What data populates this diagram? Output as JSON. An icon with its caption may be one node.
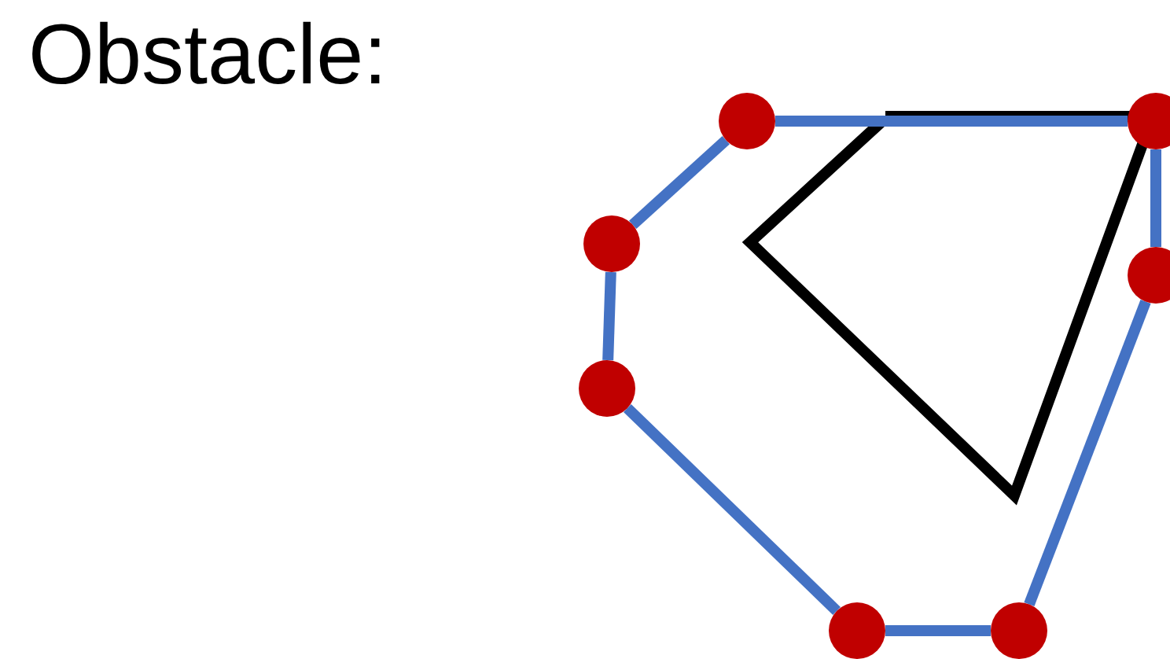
{
  "diagram": {
    "title": "Obstacle:",
    "nodes": [
      {
        "text": [],
        "shape": "circle"
      },
      {
        "text": [],
        "shape": "circle"
      },
      {
        "text": [],
        "shape": "circle"
      },
      {
        "text": [],
        "shape": "circle"
      },
      {
        "text": [],
        "shape": "circle"
      },
      {
        "text": [],
        "shape": "circle"
      },
      {
        "text": [],
        "shape": "circle"
      }
    ],
    "edges": [
      {
        "from": 0,
        "to": 1,
        "arrow": "none"
      },
      {
        "from": 1,
        "to": 2,
        "arrow": "none"
      },
      {
        "from": 2,
        "to": 3,
        "arrow": "none"
      },
      {
        "from": 3,
        "to": 4,
        "arrow": "none"
      },
      {
        "from": 4,
        "to": 5,
        "arrow": "none"
      },
      {
        "from": 5,
        "to": 6,
        "arrow": "none"
      },
      {
        "from": 6,
        "to": 0,
        "arrow": "none"
      }
    ]
  }
}
